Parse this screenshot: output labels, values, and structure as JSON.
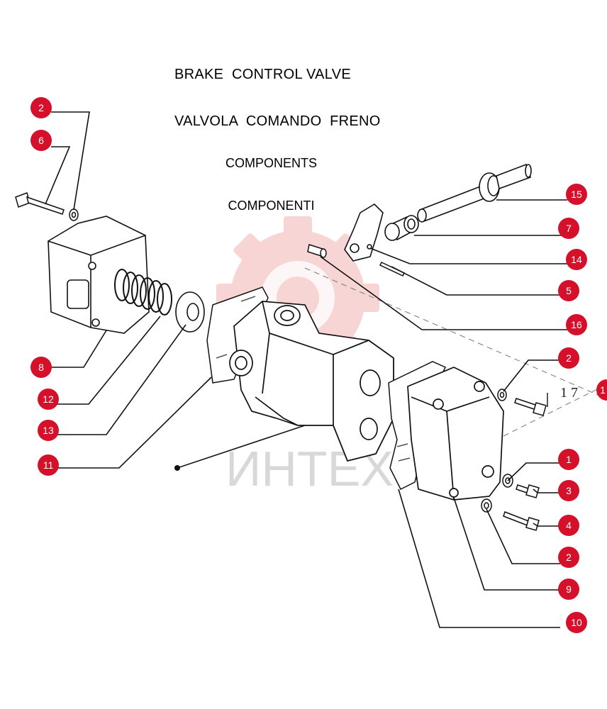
{
  "title": {
    "line1": "BRAKE  CONTROL VALVE",
    "line2": "VALVOLA  COMANDO  FRENO"
  },
  "subtitle": {
    "line1": "COMPONENTS",
    "line2": "COMPONENTI"
  },
  "watermark": {
    "text": "ИНТЕХ",
    "color": "#f4b3b3"
  },
  "callout_color": "#d4102a",
  "callouts": {
    "c2_top": "2",
    "c6": "6",
    "c15": "15",
    "c7": "7",
    "c14": "14",
    "c5": "5",
    "c16": "16",
    "c8": "8",
    "c2_mid": "2",
    "c12": "12",
    "c13": "13",
    "c11": "11",
    "c1": "1",
    "c3": "3",
    "c4": "4",
    "c2_low": "2",
    "c9": "9",
    "c10": "10",
    "c1_edge": "1"
  },
  "side_label": "1 7"
}
